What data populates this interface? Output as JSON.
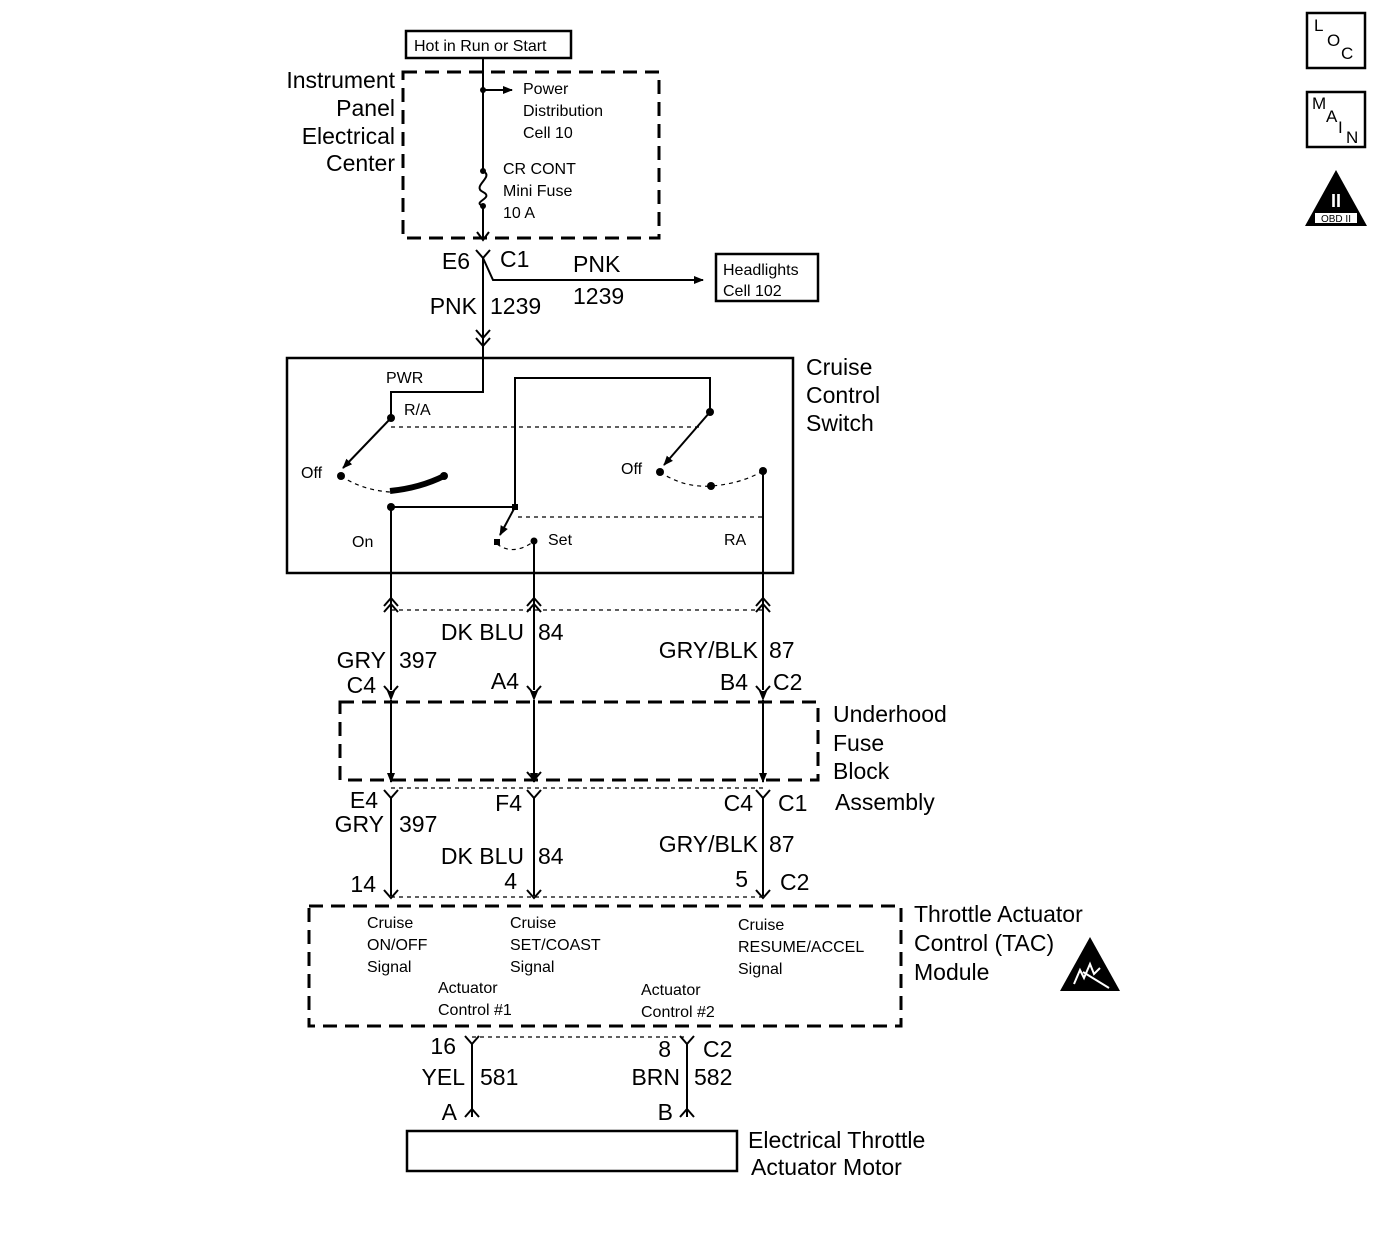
{
  "header": {
    "hot_label": "Hot in Run or Start"
  },
  "side_icons": [
    {
      "name": "loc-icon",
      "letters": [
        "L",
        "O",
        "C"
      ]
    },
    {
      "name": "main-icon",
      "letters": [
        "M",
        "A",
        "I",
        "N"
      ]
    },
    {
      "name": "obd-ii-icon",
      "numeral": "II",
      "label": "OBD II"
    }
  ],
  "ipec": {
    "title_lines": [
      "Instrument",
      "Panel",
      "Electrical",
      "Center"
    ],
    "pdist_lines": [
      "Power",
      "Distribution",
      "Cell 10"
    ],
    "fuse_lines": [
      "CR CONT",
      "Mini Fuse",
      "10 A"
    ],
    "conn_left": "E6",
    "conn_right": "C1"
  },
  "headlight_wire": {
    "color": "PNK",
    "circuit": "1239",
    "dest_lines": [
      "Headlights",
      "Cell 102"
    ]
  },
  "main_feed": {
    "color": "PNK",
    "circuit": "1239"
  },
  "switch": {
    "title_lines": [
      "Cruise",
      "Control",
      "Switch"
    ],
    "labels": {
      "pwr": "PWR",
      "ra_top": "R/A",
      "off_left": "Off",
      "off_right": "Off",
      "on": "On",
      "set": "Set",
      "ra": "RA"
    }
  },
  "upper_wires": [
    {
      "color": "GRY",
      "circuit": "397",
      "pin": "C4"
    },
    {
      "color": "DK BLU",
      "circuit": "84",
      "pin": "A4"
    },
    {
      "color": "GRY/BLK",
      "circuit": "87",
      "pin": "B4",
      "connector": "C2"
    }
  ],
  "fuse_block": {
    "title_lines": [
      "Underhood",
      "Fuse",
      "Block",
      "Assembly"
    ]
  },
  "lower_wires": [
    {
      "pin": "E4",
      "color": "GRY",
      "circuit": "397",
      "tac_pin": "14"
    },
    {
      "pin": "F4",
      "color": "DK BLU",
      "circuit": "84",
      "tac_pin": "4"
    },
    {
      "pin": "C4",
      "connector": "C1",
      "color": "GRY/BLK",
      "circuit": "87",
      "tac_pin": "5",
      "tac_connector": "C2"
    }
  ],
  "tac": {
    "title_lines": [
      "Throttle Actuator",
      "Control (TAC)",
      "Module"
    ],
    "sig1": [
      "Cruise",
      "ON/OFF",
      "Signal"
    ],
    "sig2": [
      "Cruise",
      "SET/COAST",
      "Signal"
    ],
    "sig3": [
      "Cruise",
      "RESUME/ACCEL",
      "Signal"
    ],
    "act1": [
      "Actuator",
      "Control #1"
    ],
    "act2": [
      "Actuator",
      "Control #2"
    ],
    "esd_icon": "esd-warning-icon"
  },
  "motor_wires": [
    {
      "tac_pin": "16",
      "color": "YEL",
      "circuit": "581",
      "motor_pin": "A"
    },
    {
      "tac_pin": "8",
      "tac_connector": "C2",
      "color": "BRN",
      "circuit": "582",
      "motor_pin": "B"
    }
  ],
  "motor": {
    "title_lines": [
      "Electrical Throttle",
      "Actuator Motor"
    ]
  }
}
